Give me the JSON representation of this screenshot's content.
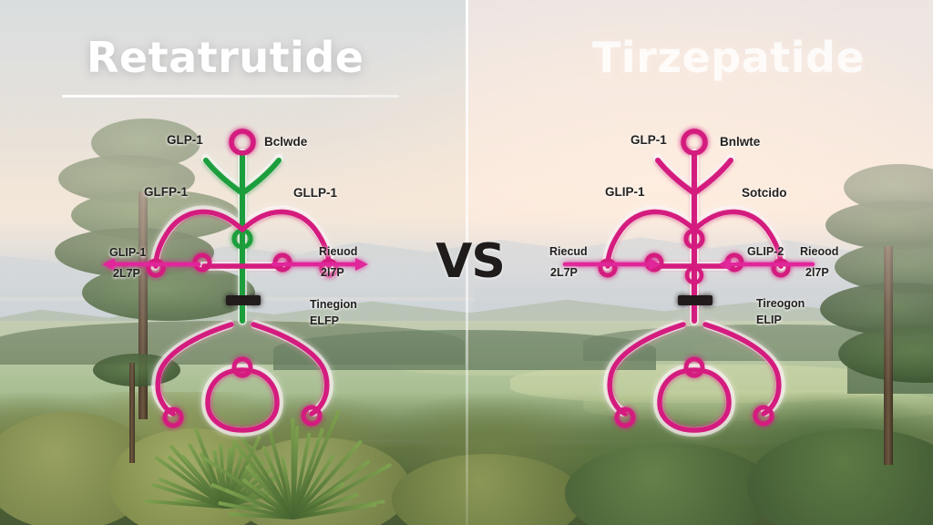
{
  "meta": {
    "scene": "split-comparison-infographic",
    "background_description": "hazy sunrise landscape with pine trees, shrubs and rolling green hills"
  },
  "divider": {
    "vs_label": "VS"
  },
  "left_panel": {
    "title": "Retatrutide",
    "accent_color": "#d41a7f",
    "secondary_color": "#1e9e3c",
    "title_color": "#ffffff",
    "labels": {
      "top_left": "GLP-1",
      "top_right": "Bclwde",
      "arm_left": "GLFP-1",
      "arm_right": "GLLP-1",
      "mid_left_top": "GLIP-1",
      "mid_left_bottom": "2L7P",
      "mid_right_top": "Rieuod",
      "mid_right_bottom": "2l7P",
      "footnote_line1": "Tinegion",
      "footnote_line2": "ELFP"
    }
  },
  "right_panel": {
    "title": "Tirzepatide",
    "accent_color": "#d41a7f",
    "title_color": "rgba(255,255,255,0.8)",
    "labels": {
      "top_left": "GLP-1",
      "top_right": "Bnlwte",
      "arm_left": "GLIP-1",
      "arm_right": "Sotcido",
      "mid_left_top": "Riecud",
      "mid_left_bottom": "2L7P",
      "mid_right_top": "GLIP-2",
      "mid_right_top2": "Rieood",
      "mid_right_bottom": "2l7P",
      "footnote_line1": "Tireogon",
      "footnote_line2": "ELIP"
    }
  }
}
